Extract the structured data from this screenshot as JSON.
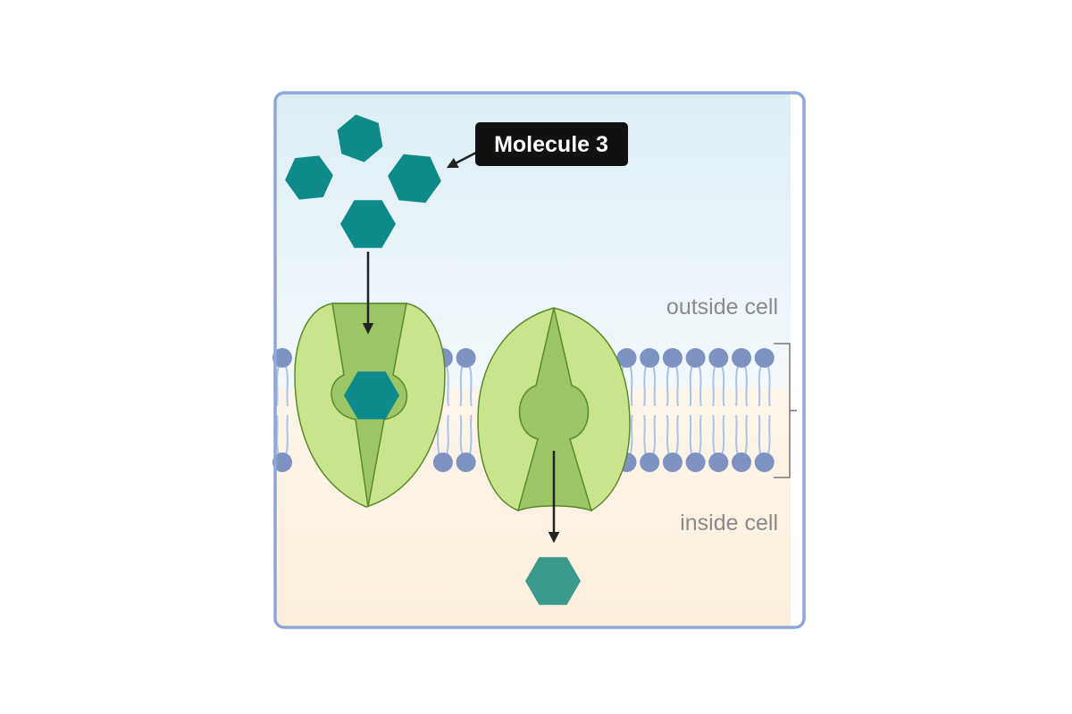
{
  "labels": {
    "outside": "outside cell",
    "inside": "inside cell",
    "callout": "Molecule 3"
  },
  "colors": {
    "frame": "#8fa6d6",
    "outside_bg_top": "#ddeef6",
    "outside_bg_bottom": "#f3f8fb",
    "inside_bg_top": "#fdf5ea",
    "inside_bg_bottom": "#fbeedc",
    "molecule": "#0f8a8a",
    "molecule_released": "#3a9a8c",
    "transporter_outer": "#c9e48c",
    "transporter_inner": "#9cc665",
    "transporter_stroke": "#5a8a2a",
    "lipid_head": "#7f93c3",
    "lipid_tail": "#a9c3e8",
    "callout_bg": "#111111",
    "arrow": "#222222",
    "bracket": "#777777"
  },
  "icons": {
    "molecule": "hexagon",
    "transporter": "carrier-protein",
    "lipid": "phospholipid"
  }
}
